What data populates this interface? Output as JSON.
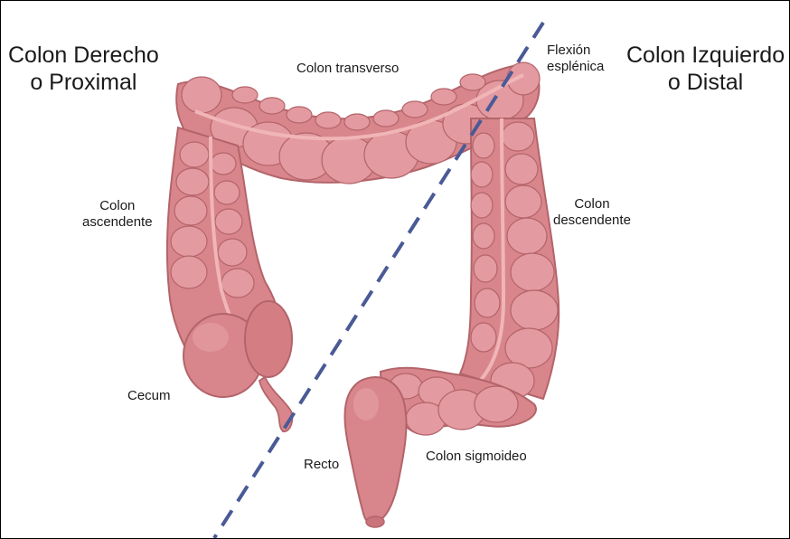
{
  "titles": {
    "left": {
      "line1": "Colon Derecho",
      "line2": "o Proximal"
    },
    "right": {
      "line1": "Colon Izquierdo",
      "line2": "o Distal"
    }
  },
  "labels": {
    "transverso": "Colon transverso",
    "flexion": {
      "line1": "Flexión",
      "line2": "esplénica"
    },
    "ascendente": {
      "line1": "Colon",
      "line2": "ascendente"
    },
    "descendente": {
      "line1": "Colon",
      "line2": "descendente"
    },
    "cecum": "Cecum",
    "recto": "Recto",
    "sigmoideo": "Colon sigmoideo"
  },
  "colors": {
    "organ_fill": "#d8868b",
    "organ_light": "#e8a4a6",
    "organ_dark": "#b3646a",
    "dashed_line": "#4a5a96",
    "text": "#1a1a1a"
  }
}
